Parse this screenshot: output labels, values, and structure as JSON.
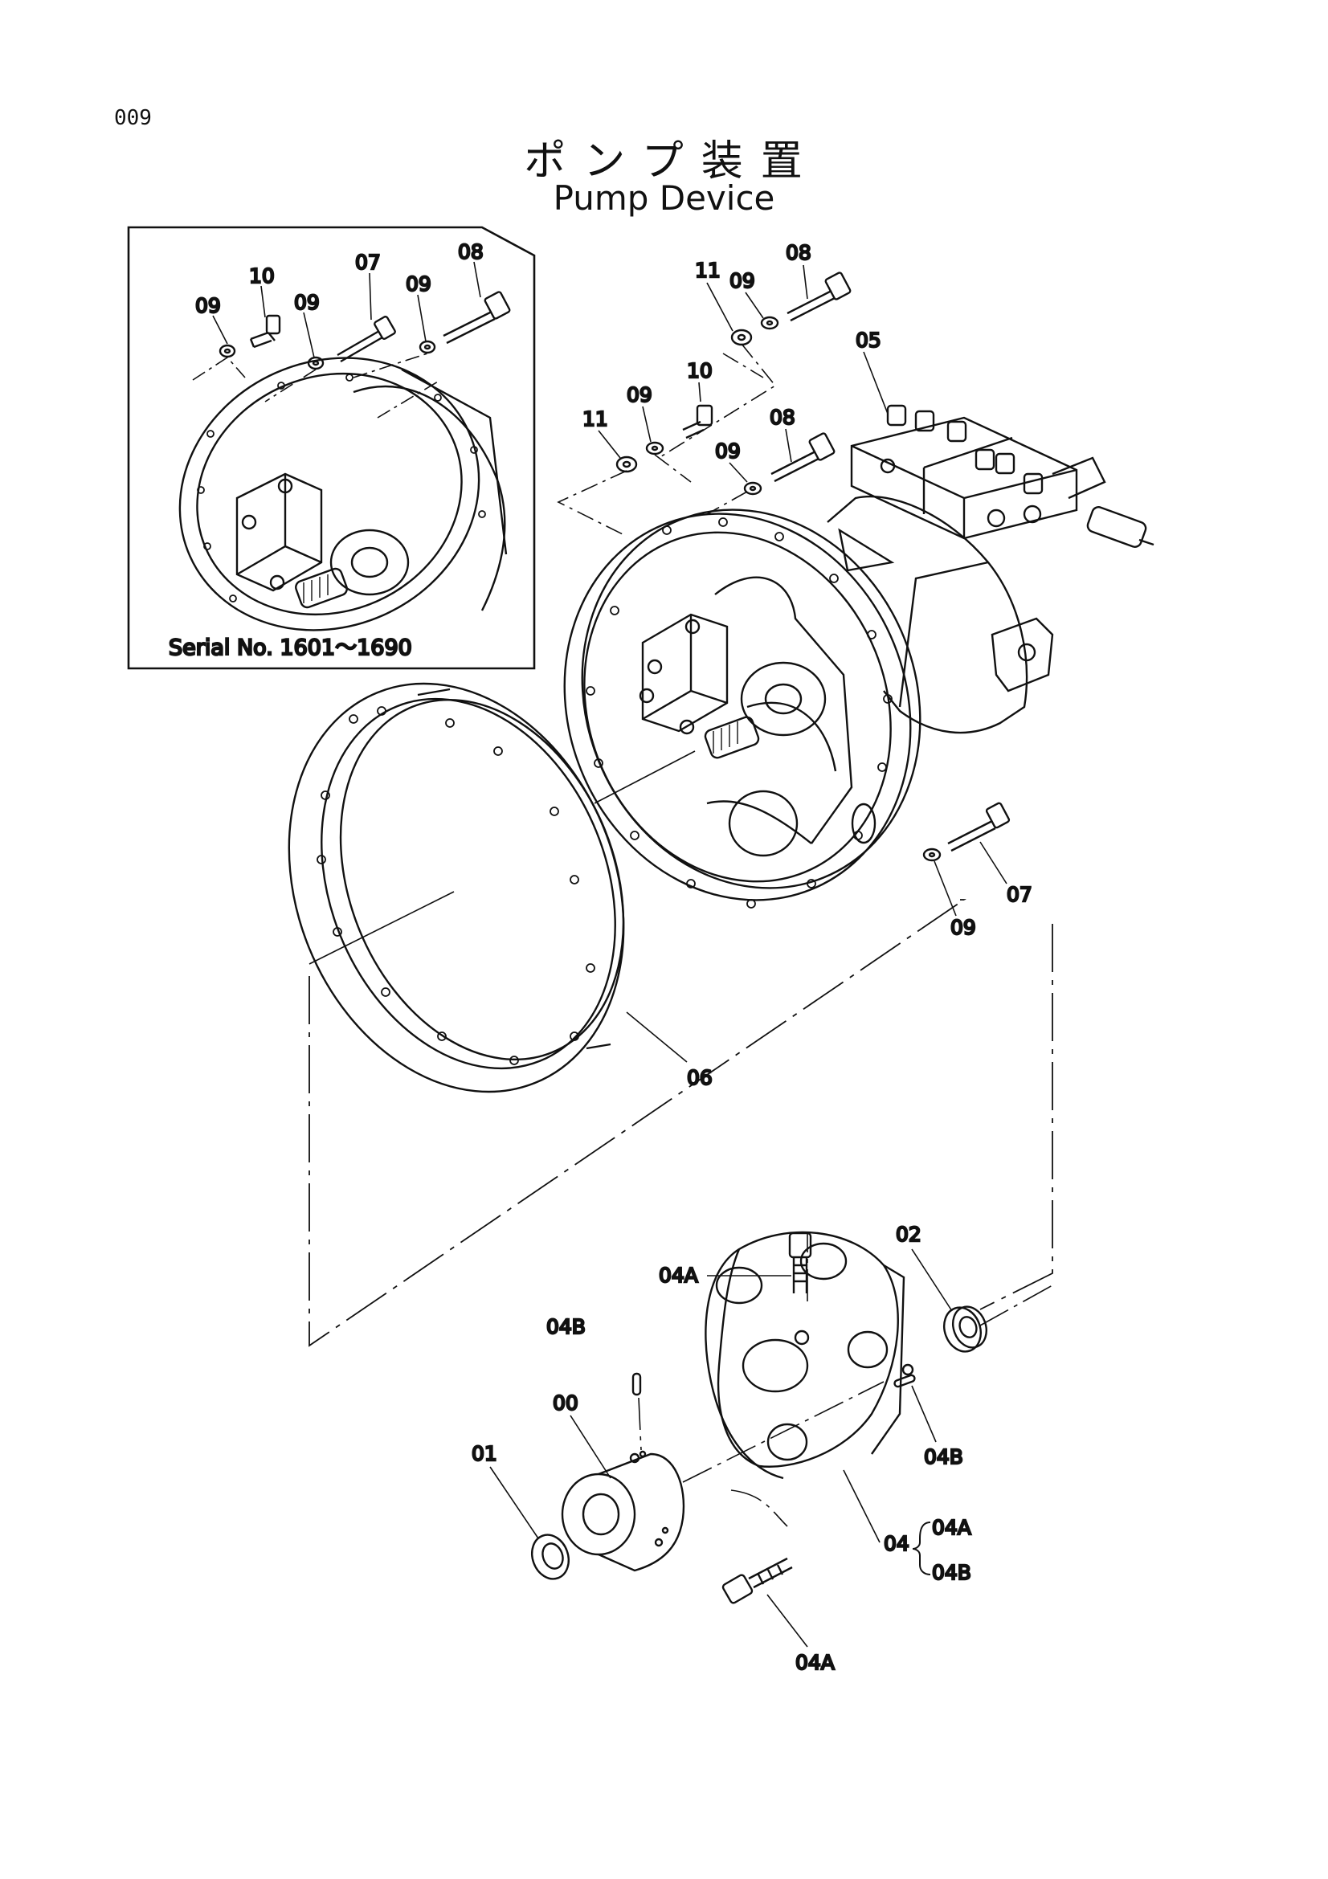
{
  "page_number": "009",
  "title_jp": "ポンプ装置",
  "title_en": "Pump Device",
  "inset": {
    "serial_label": "Serial No. 1601〜1690"
  },
  "labels": {
    "inset_09a": "09",
    "inset_10": "10",
    "inset_09b": "09",
    "inset_07": "07",
    "inset_09c": "09",
    "inset_08": "08",
    "top_08": "08",
    "top_09a": "09",
    "top_11a": "11",
    "pump_05": "05",
    "mid_10": "10",
    "mid_09": "09",
    "mid_11": "11",
    "mid_08": "08",
    "mid_09b": "09",
    "side_07": "07",
    "side_09": "09",
    "ring_06": "06",
    "c_04A_top": "04A",
    "c_02": "02",
    "c_04B_left": "04B",
    "c_00": "00",
    "c_01": "01",
    "c_04B_right": "04B",
    "c_04": "04",
    "c_04_sub1": "04A",
    "c_04_sub2": "04B",
    "c_04A_bottom": "04A"
  }
}
